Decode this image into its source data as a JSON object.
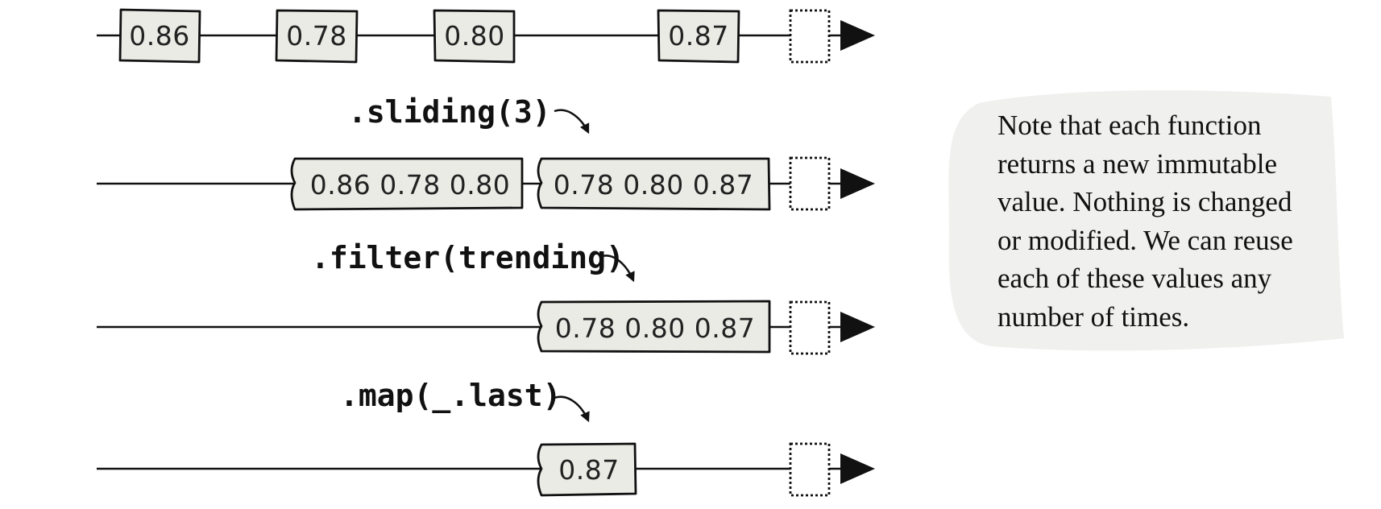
{
  "colors": {
    "box_fill": "#ebebe6",
    "stroke": "#111111",
    "note_fill": "#f0f0ee"
  },
  "streams": [
    {
      "elements": [
        "0.86",
        "0.78",
        "0.80",
        "0.87"
      ]
    },
    {
      "elements": [
        "0.86 0.78 0.80",
        "0.78 0.80 0.87"
      ]
    },
    {
      "elements": [
        "0.78 0.80 0.87"
      ]
    },
    {
      "elements": [
        "0.87"
      ]
    }
  ],
  "operations": [
    {
      "label": ".sliding(3)"
    },
    {
      "label": ".filter(trending)"
    },
    {
      "label": ".map(_.last)"
    }
  ],
  "note": {
    "lines": [
      "Note that each function",
      "returns a new immutable",
      "value. Nothing is changed",
      "or modified. We can reuse",
      "each of these values any",
      "number of times."
    ]
  },
  "icons": {
    "arrowhead": "triangle-arrow-icon",
    "curved_arrow": "curved-arrow-icon"
  }
}
